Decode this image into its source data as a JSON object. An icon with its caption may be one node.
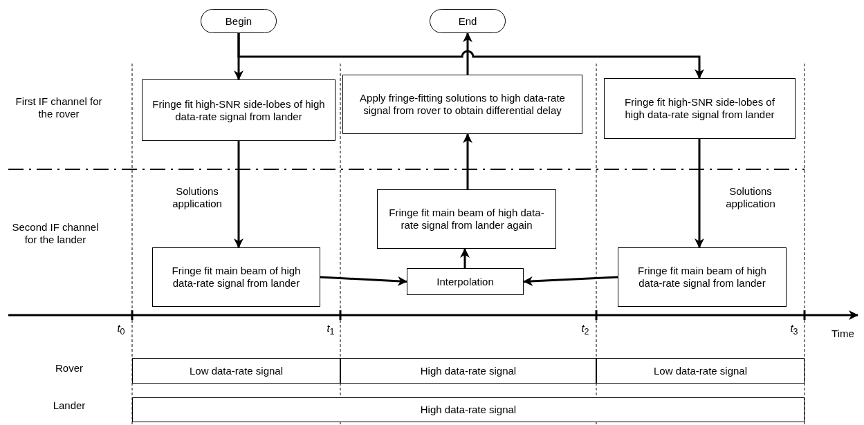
{
  "diagram": {
    "nodes": [
      {
        "text": [
          "Begin"
        ]
      },
      {
        "text": [
          "End"
        ]
      },
      {
        "text": [
          "Fringe fit high-SNR side-lobes of high data-rate signal from lander"
        ]
      },
      {
        "text": [
          "Apply fringe-fitting solutions to high data-rate signal from rover to obtain differential delay"
        ]
      },
      {
        "text": [
          "Fringe fit high-SNR side-lobes of high data-rate signal from lander"
        ]
      },
      {
        "text": [
          "Fringe fit main beam of high data-rate signal from lander again"
        ]
      },
      {
        "text": [
          "Fringe fit main beam of high data-rate signal from lander"
        ]
      },
      {
        "text": [
          "Interpolation"
        ]
      },
      {
        "text": [
          "Fringe fit main beam of high data-rate signal from lander"
        ]
      },
      {
        "text": [
          "Low data-rate signal"
        ]
      },
      {
        "text": [
          "High data-rate signal"
        ]
      },
      {
        "text": [
          "Low data-rate signal"
        ]
      },
      {
        "text": [
          "High data-rate signal"
        ]
      }
    ],
    "edges": [
      {
        "from": 0,
        "to": 2,
        "arrow": "to"
      },
      {
        "from": 0,
        "to": 4,
        "arrow": "to"
      },
      {
        "from": 3,
        "to": 1,
        "arrow": "to"
      },
      {
        "from": 2,
        "to": 6,
        "arrow": "to",
        "label": "Solutions application"
      },
      {
        "from": 4,
        "to": 8,
        "arrow": "to",
        "label": "Solutions application"
      },
      {
        "from": 6,
        "to": 7,
        "arrow": "to"
      },
      {
        "from": 8,
        "to": 7,
        "arrow": "to"
      },
      {
        "from": 7,
        "to": 5,
        "arrow": "to"
      },
      {
        "from": 5,
        "to": 3,
        "arrow": "to"
      }
    ],
    "labels": [
      "First IF channel for the rover",
      "Second IF channel for the lander",
      "*t*$_{0}$",
      "*t*$_{1}$",
      "*t*$_{2}$",
      "*t*$_{3}$",
      "Time",
      "Rover",
      "Lander"
    ]
  }
}
